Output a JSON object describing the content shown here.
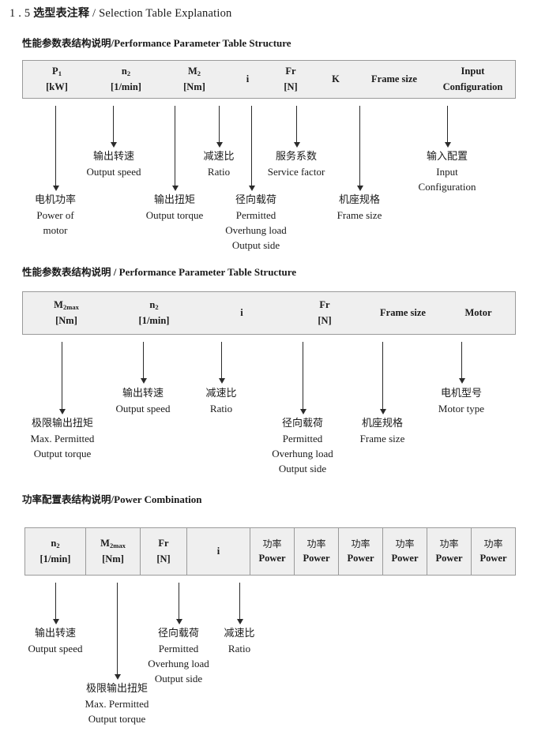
{
  "document": {
    "title_number": "1 . 5",
    "title_cn": "选型表注释",
    "title_sep": "/",
    "title_en": "Selection Table Explanation"
  },
  "sections": [
    {
      "heading_cn": "性能参数表结构说明",
      "heading_sep": "/",
      "heading_en": "Performance Parameter Table Structure",
      "table": {
        "columns": [
          {
            "l1": "P",
            "sub1": "1",
            "l2": "[kW]"
          },
          {
            "l1": "n",
            "sub1": "2",
            "l2": "[1/min]"
          },
          {
            "l1": "M",
            "sub1": "2",
            "l2": "[Nm]"
          },
          {
            "l1": "i",
            "sub1": "",
            "l2": ""
          },
          {
            "l1": "Fr",
            "sub1": "",
            "l2": "[N]"
          },
          {
            "l1": "K",
            "sub1": "",
            "l2": ""
          },
          {
            "l1": "Frame size",
            "sub1": "",
            "l2": ""
          },
          {
            "l1": "Input",
            "sub1": "",
            "l2": "Configuration"
          }
        ]
      },
      "annotations": [
        {
          "cn": "电机功率",
          "en1": "Power of",
          "en2": "motor",
          "en3": ""
        },
        {
          "cn": "输出转速",
          "en1": "Output speed",
          "en2": "",
          "en3": ""
        },
        {
          "cn": "输出扭矩",
          "en1": "Output torque",
          "en2": "",
          "en3": ""
        },
        {
          "cn": "减速比",
          "en1": "Ratio",
          "en2": "",
          "en3": ""
        },
        {
          "cn": "径向载荷",
          "en1": "Permitted",
          "en2": "Overhung load",
          "en3": "Output side"
        },
        {
          "cn": "服务系数",
          "en1": "Service factor",
          "en2": "",
          "en3": ""
        },
        {
          "cn": "机座规格",
          "en1": "Frame size",
          "en2": "",
          "en3": ""
        },
        {
          "cn": "输入配置",
          "en1": "Input",
          "en2": "Configuration",
          "en3": ""
        }
      ]
    },
    {
      "heading_cn": "性能参数表结构说明",
      "heading_sep": "/",
      "heading_en": "Performance Parameter Table Structure",
      "table": {
        "columns": [
          {
            "l1": "M",
            "sub1": "2max",
            "l2": "[Nm]"
          },
          {
            "l1": "n",
            "sub1": "2",
            "l2": "[1/min]"
          },
          {
            "l1": "i",
            "sub1": "",
            "l2": ""
          },
          {
            "l1": "Fr",
            "sub1": "",
            "l2": "[N]"
          },
          {
            "l1": "Frame size",
            "sub1": "",
            "l2": ""
          },
          {
            "l1": "Motor",
            "sub1": "",
            "l2": ""
          }
        ]
      },
      "annotations": [
        {
          "cn": "极限输出扭矩",
          "en1": "Max. Permitted",
          "en2": "Output  torque",
          "en3": ""
        },
        {
          "cn": "输出转速",
          "en1": "Output speed",
          "en2": "",
          "en3": ""
        },
        {
          "cn": "减速比",
          "en1": "Ratio",
          "en2": "",
          "en3": ""
        },
        {
          "cn": "径向载荷",
          "en1": "Permitted",
          "en2": "Overhung load",
          "en3": "Output side"
        },
        {
          "cn": "机座规格",
          "en1": "Frame size",
          "en2": "",
          "en3": ""
        },
        {
          "cn": "电机型号",
          "en1": "Motor type",
          "en2": "",
          "en3": ""
        }
      ]
    },
    {
      "heading_cn": "功率配置表结构说明",
      "heading_sep": "/",
      "heading_en": "Power Combination",
      "table": {
        "columns": [
          {
            "l1": "n",
            "sub1": "2",
            "l2": "[1/min]"
          },
          {
            "l1": "M",
            "sub1": "2max",
            "l2": "[Nm]"
          },
          {
            "l1": "Fr",
            "sub1": "",
            "l2": "[N]"
          },
          {
            "l1": "i",
            "sub1": "",
            "l2": ""
          },
          {
            "l1": "功率",
            "sub1": "",
            "l2": "Power"
          },
          {
            "l1": "功率",
            "sub1": "",
            "l2": "Power"
          },
          {
            "l1": "功率",
            "sub1": "",
            "l2": "Power"
          },
          {
            "l1": "功率",
            "sub1": "",
            "l2": "Power"
          },
          {
            "l1": "功率",
            "sub1": "",
            "l2": "Power"
          },
          {
            "l1": "功率",
            "sub1": "",
            "l2": "Power"
          }
        ]
      },
      "annotations": [
        {
          "cn": "输出转速",
          "en1": "Output speed",
          "en2": "",
          "en3": ""
        },
        {
          "cn": "极限输出扭矩",
          "en1": "Max. Permitted",
          "en2": "Output  torque",
          "en3": ""
        },
        {
          "cn": "径向载荷",
          "en1": "Permitted",
          "en2": "Overhung load",
          "en3": "Output side"
        },
        {
          "cn": "减速比",
          "en1": "Ratio",
          "en2": "",
          "en3": ""
        }
      ]
    }
  ]
}
